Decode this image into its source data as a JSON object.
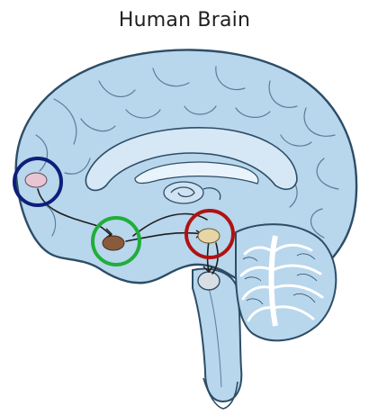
{
  "title": "Human Brain",
  "colors": {
    "brain_fill": "#b8d6ec",
    "brain_fill_light": "#d6e8f5",
    "outline": "#2d4d66",
    "marker_blue": "#0d1f7a",
    "marker_green": "#1fae3a",
    "marker_red": "#b01212",
    "node_pink": "#e9c4d3",
    "node_brown": "#8a5a3c",
    "node_tan": "#e6d6a6",
    "node_grey": "#d8dee4"
  },
  "markers": [
    {
      "name": "blue-circle",
      "color_key": "marker_blue"
    },
    {
      "name": "green-circle",
      "color_key": "marker_green"
    },
    {
      "name": "red-circle",
      "color_key": "marker_red"
    }
  ]
}
